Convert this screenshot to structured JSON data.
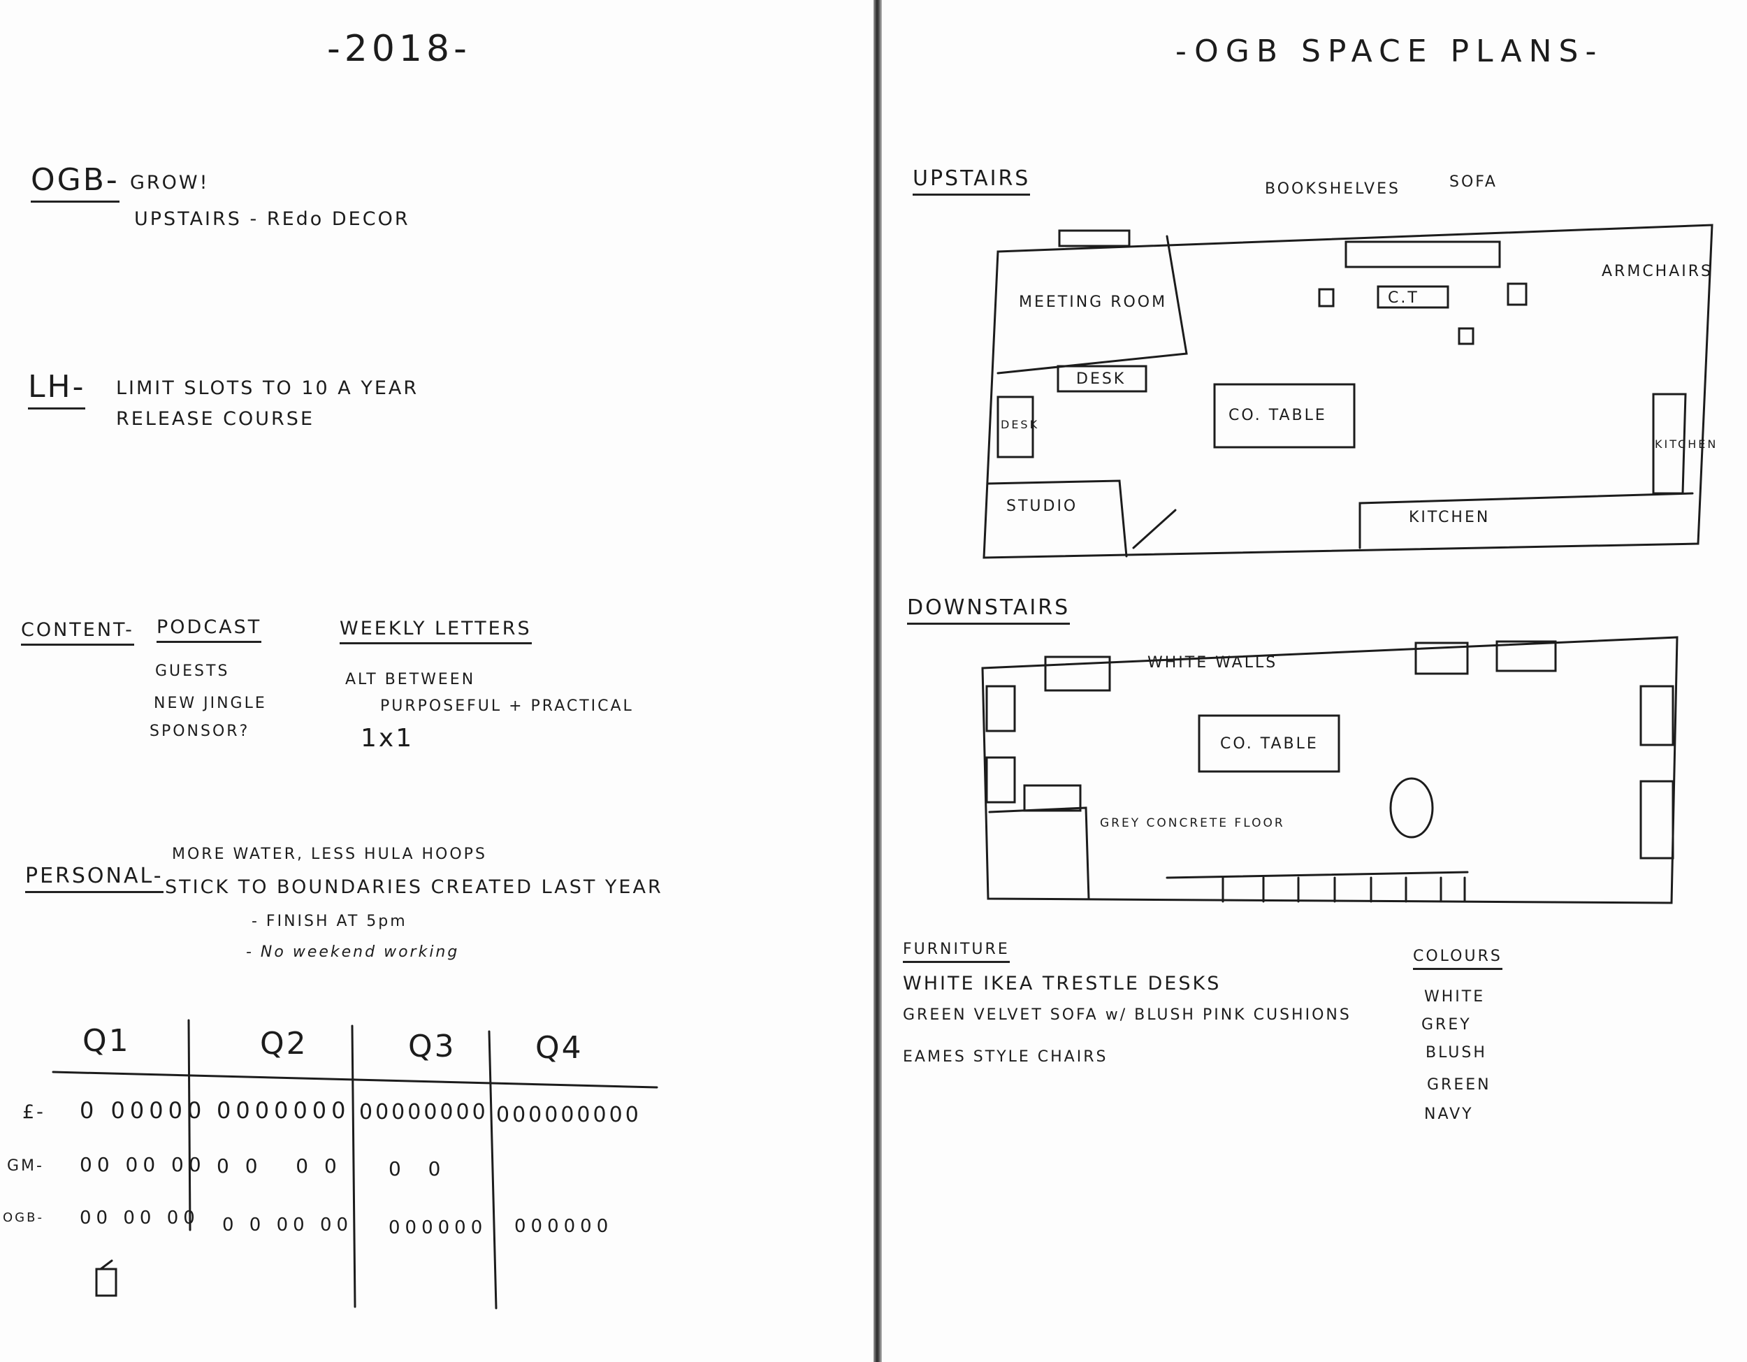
{
  "left": {
    "title": "-2018-",
    "ogb": {
      "label": "OGB-",
      "line1": "GROW!",
      "line2": "UPSTAIRS - REdo DECOR"
    },
    "lh": {
      "label": "LH-",
      "line1": "LIMIT SLOTS TO 10 A YEAR",
      "line2": "RELEASE COURSE"
    },
    "content": {
      "label": "CONTENT-",
      "podcast": {
        "heading": "PODCAST",
        "items": [
          "GUESTS",
          "NEW JINGLE",
          "SPONSOR?"
        ]
      },
      "letters": {
        "heading": "WEEKLY LETTERS",
        "items": [
          "ALT BETWEEN",
          "PURPOSEFUL + PRACTICAL",
          "1x1"
        ]
      }
    },
    "personal": {
      "label": "PERSONAL-",
      "line1": "MORE WATER, LESS HULA HOOPS",
      "line2": "STICK TO BOUNDARIES CREATED LAST YEAR",
      "line3": "- FINISH AT 5pm",
      "line4": "- No weekend working"
    },
    "table": {
      "headers": [
        "Q1",
        "Q2",
        "Q3",
        "Q4"
      ],
      "rows": [
        {
          "label": "£-",
          "cells": [
            "0 00000",
            "0000000",
            "00000000",
            "000000000"
          ]
        },
        {
          "label": "GM-",
          "cells": [
            "00 00 00",
            "0 0   0 0",
            "0  0",
            ""
          ]
        },
        {
          "label": "OGB-",
          "cells": [
            "00 00 00",
            "0 0 00 00",
            "000000",
            "000000"
          ]
        }
      ]
    }
  },
  "right": {
    "title": "-OGB SPACE PLANS-",
    "upstairs": {
      "heading": "UPSTAIRS",
      "labels": {
        "bookshelves": "BOOKSHELVES",
        "sofa": "SOFA",
        "armchairs": "ARMCHAIRS",
        "meeting_room": "MEETING ROOM",
        "ct": "C.T",
        "desk_top": "DESK",
        "desk_side": "DESK",
        "co_table": "CO. TABLE",
        "kitchen_side": "KITCHEN",
        "studio": "STUDIO",
        "kitchen": "KITCHEN"
      }
    },
    "downstairs": {
      "heading": "DOWNSTAIRS",
      "labels": {
        "white_walls": "WHITE WALLS",
        "co_table": "CO. TABLE",
        "floor": "GREY CONCRETE FLOOR"
      }
    },
    "furniture": {
      "heading": "FURNITURE",
      "items": [
        "WHITE IKEA TRESTLE DESKS",
        "GREEN VELVET SOFA w/ BLUSH PINK CUSHIONS",
        "EAMES STYLE CHAIRS"
      ]
    },
    "colours": {
      "heading": "COLOURS",
      "items": [
        "WHITE",
        "GREY",
        "BLUSH",
        "GREEN",
        "NAVY"
      ]
    }
  }
}
